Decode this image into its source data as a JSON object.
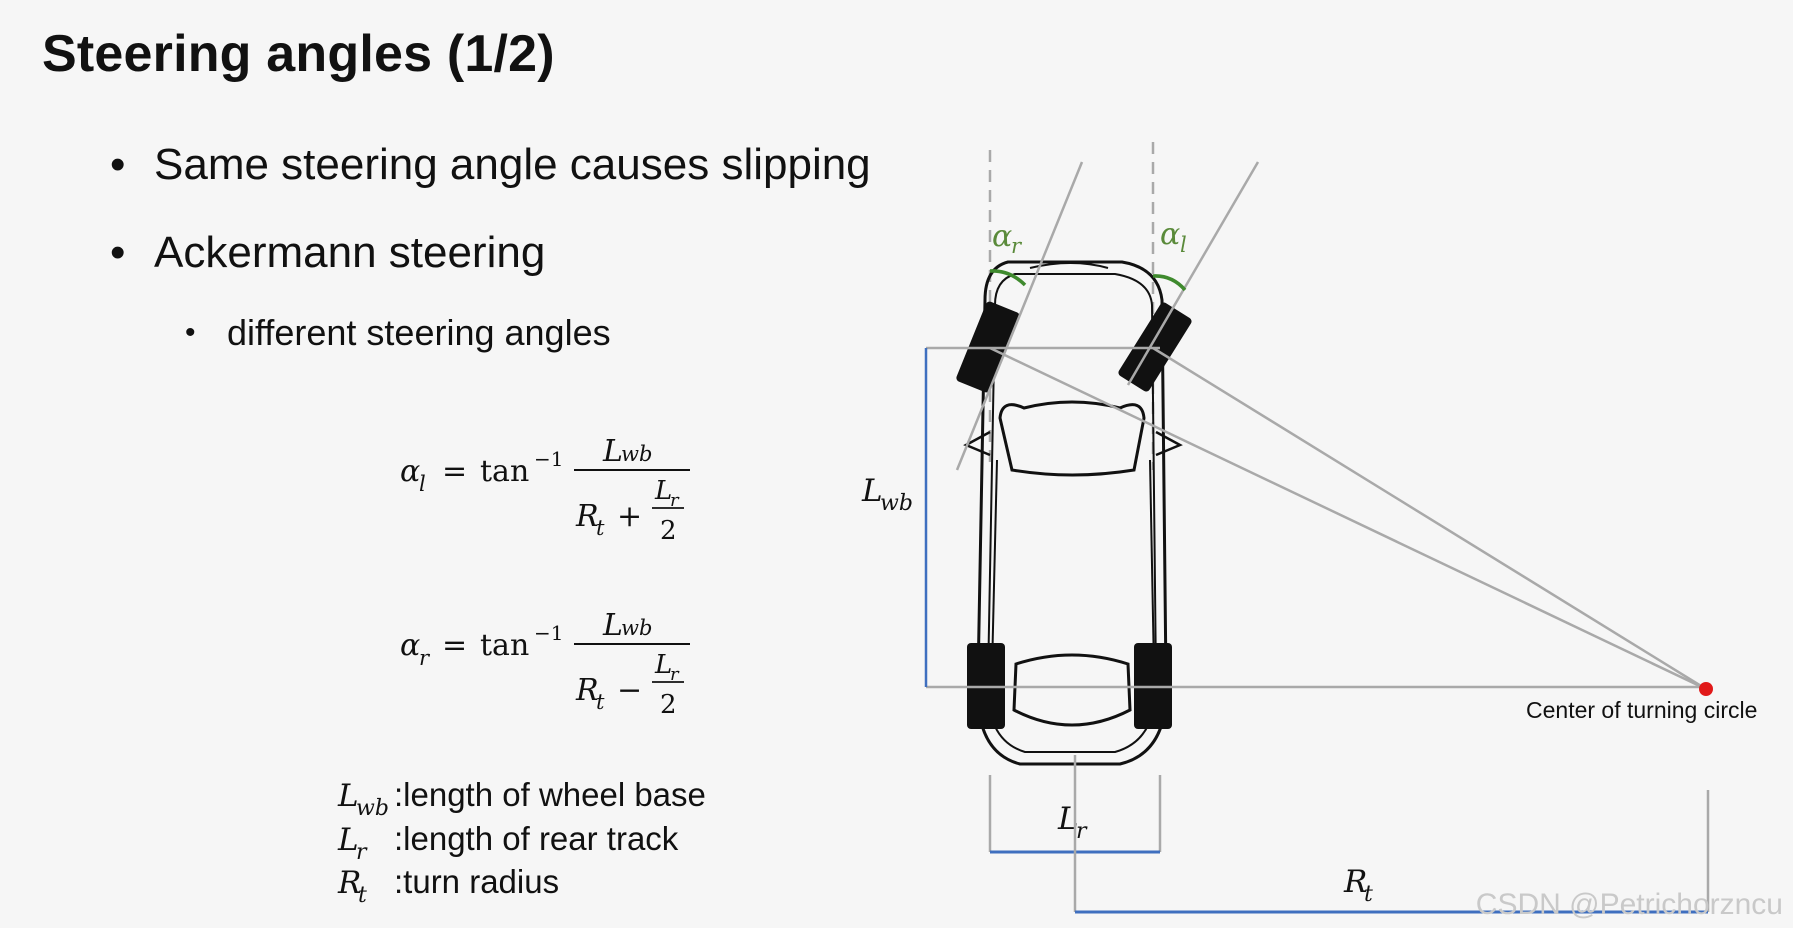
{
  "slide": {
    "title": "Steering angles (1/2)",
    "bullets": [
      "Same steering angle causes slipping",
      "Ackermann steering"
    ],
    "sub_bullets": [
      "different steering angles"
    ],
    "bullet_glyph": "•"
  },
  "formulas": {
    "alpha_l": {
      "lhs_symbol": "α",
      "lhs_sub": "l",
      "fn": "tan",
      "fn_sup": "−1",
      "numerator_symbol": "L",
      "numerator_sub": "wb",
      "den_symbol": "R",
      "den_sub": "t",
      "den_op": "+",
      "frac_num_symbol": "L",
      "frac_num_sub": "r",
      "frac_den": "2"
    },
    "alpha_r": {
      "lhs_symbol": "α",
      "lhs_sub": "r",
      "fn": "tan",
      "fn_sup": "−1",
      "numerator_symbol": "L",
      "numerator_sub": "wb",
      "den_symbol": "R",
      "den_sub": "t",
      "den_op": "−",
      "frac_num_symbol": "L",
      "frac_num_sub": "r",
      "frac_den": "2"
    }
  },
  "legend": [
    {
      "symbol": "L",
      "sub": "wb",
      "text": ":length of wheel base"
    },
    {
      "symbol": "L",
      "sub": "r",
      "text": ":length of rear track"
    },
    {
      "symbol": "R",
      "sub": "t",
      "text": ":turn radius"
    }
  ],
  "diagram": {
    "angle_label_right_symbol": "α",
    "angle_label_right_sub": "r",
    "angle_label_left_symbol": "α",
    "angle_label_left_sub": "l",
    "wheelbase_label_symbol": "L",
    "wheelbase_label_sub": "wb",
    "rear_track_label_symbol": "L",
    "rear_track_label_sub": "r",
    "turn_radius_label_symbol": "R",
    "turn_radius_label_sub": "t",
    "center_label": "Center of turning circle",
    "colors": {
      "guide_line": "#a9a9a9",
      "dimension_line": "#3f6fbf",
      "angle_arc": "#3f8a2e",
      "angle_label": "#5a8a3a",
      "center_point": "#e11919",
      "car_outline": "#111111",
      "tire": "#111111"
    }
  },
  "watermark": "CSDN @Petrichorzncu"
}
